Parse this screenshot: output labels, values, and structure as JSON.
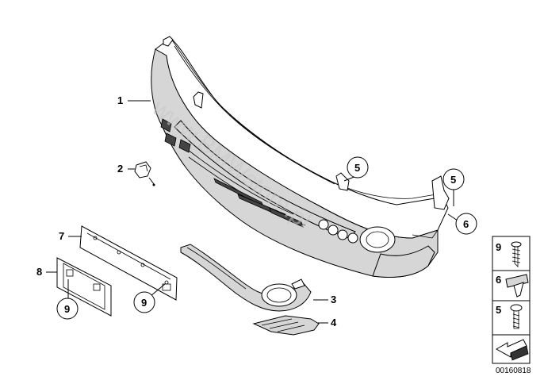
{
  "diagram": {
    "watermark": "www.BMWstore.pl",
    "diagram_number": "00160818",
    "callouts": [
      "1",
      "2",
      "3",
      "4",
      "5",
      "5",
      "6",
      "7",
      "8",
      "9",
      "9"
    ],
    "legend_items": [
      "9",
      "6",
      "5"
    ]
  }
}
